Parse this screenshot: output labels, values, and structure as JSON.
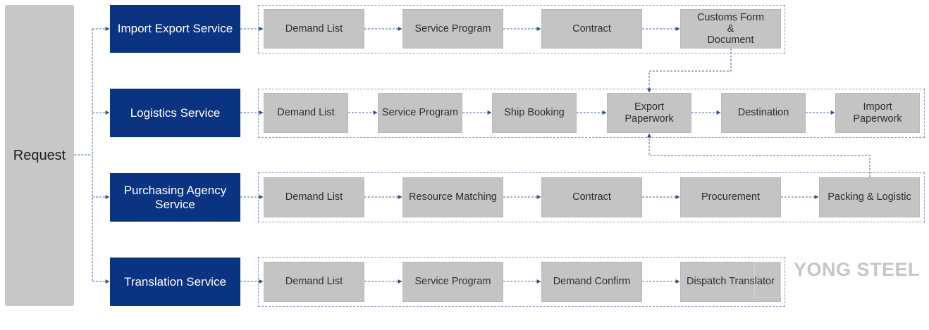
{
  "request_label": "Request",
  "watermark": "YONG STEEL",
  "colors": {
    "service_box": "#0a3482",
    "step_box": "#c4c4c4",
    "connector": "#4a64a0"
  },
  "services": [
    {
      "label": "Import Export Service",
      "steps": [
        "Demand List",
        "Service Program",
        "Contract",
        "Customs Form\n&\nDocument"
      ]
    },
    {
      "label": "Logistics Service",
      "steps": [
        "Demand List",
        "Service Program",
        "Ship Booking",
        "Export\nPaperwork",
        "Destination",
        "Import\nPaperwork"
      ]
    },
    {
      "label": "Purchasing Agency\nService",
      "steps": [
        "Demand List",
        "Resource Matching",
        "Contract",
        "Procurement",
        "Packing & Logistic"
      ]
    },
    {
      "label": "Translation Service",
      "steps": [
        "Demand List",
        "Service Program",
        "Demand Confirm",
        "Dispatch Translator"
      ]
    }
  ]
}
